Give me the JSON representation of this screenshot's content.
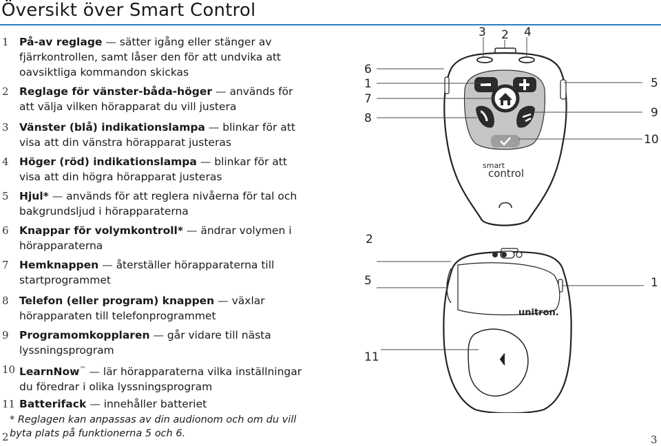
{
  "header": {
    "title": "Översikt över Smart Control"
  },
  "items": [
    {
      "num": "1",
      "name": "På-av reglage",
      "desc": "sätter igång eller stänger av fjärrkontrollen, samt låser den för att undvika att oavsiktliga kommandon skickas"
    },
    {
      "num": "2",
      "name": "Reglage för vänster-båda-höger",
      "desc": "används för att välja vilken hörapparat du vill justera"
    },
    {
      "num": "3",
      "name": "Vänster (blå) indikationslampa",
      "desc": "blinkar för att visa att din vänstra hörapparat justeras"
    },
    {
      "num": "4",
      "name": "Höger (röd) indikationslampa",
      "desc": "blinkar för att visa att din högra hörapparat justeras"
    },
    {
      "num": "5",
      "name": "Hjul*",
      "desc": "används för att reglera nivåerna för tal och bakgrundsljud i hörapparaterna"
    },
    {
      "num": "6",
      "name": "Knappar för volymkontroll*",
      "desc": "ändrar volymen i hörapparaterna"
    },
    {
      "num": "7",
      "name": "Hemknappen",
      "desc": "återställer hörapparaterna till startprogrammet"
    },
    {
      "num": "8",
      "name": "Telefon (eller program) knappen",
      "desc": "växlar hörapparaten till telefonprogrammet"
    },
    {
      "num": "9",
      "name": "Programomkopplaren",
      "desc": "går vidare till nästa lyssningsprogram"
    },
    {
      "num": "10",
      "name": "LearnNow",
      "desc": "lär hörapparaterna vilka inställningar du föredrar i olika lyssningsprogram"
    },
    {
      "num": "11",
      "name": "Batterifack",
      "desc": "innehåller batteriet"
    }
  ],
  "learnnow_mark": "™",
  "dash": "—",
  "footnote": "* Reglagen kan anpassas av din audionom och om du vill byta plats på funktionerna 5 och 6.",
  "page_left": "2",
  "page_right": "3",
  "diagram": {
    "front_callouts": {
      "top_3": "3",
      "top_2": "2",
      "top_4": "4",
      "left_6": "6",
      "left_1": "1",
      "left_7": "7",
      "left_8": "8",
      "right_5": "5",
      "right_9": "9",
      "right_10": "10"
    },
    "back_callouts": {
      "left_2": "2",
      "left_5": "5",
      "left_11": "11",
      "right_1": "1"
    },
    "brand_line1": "smart",
    "brand_line2": "control",
    "back_brand": "unitron."
  },
  "colors": {
    "accent_rule": "#2a7fb8",
    "button_gray": "#b9b9b9",
    "dark_key": "#2b2b2b"
  }
}
